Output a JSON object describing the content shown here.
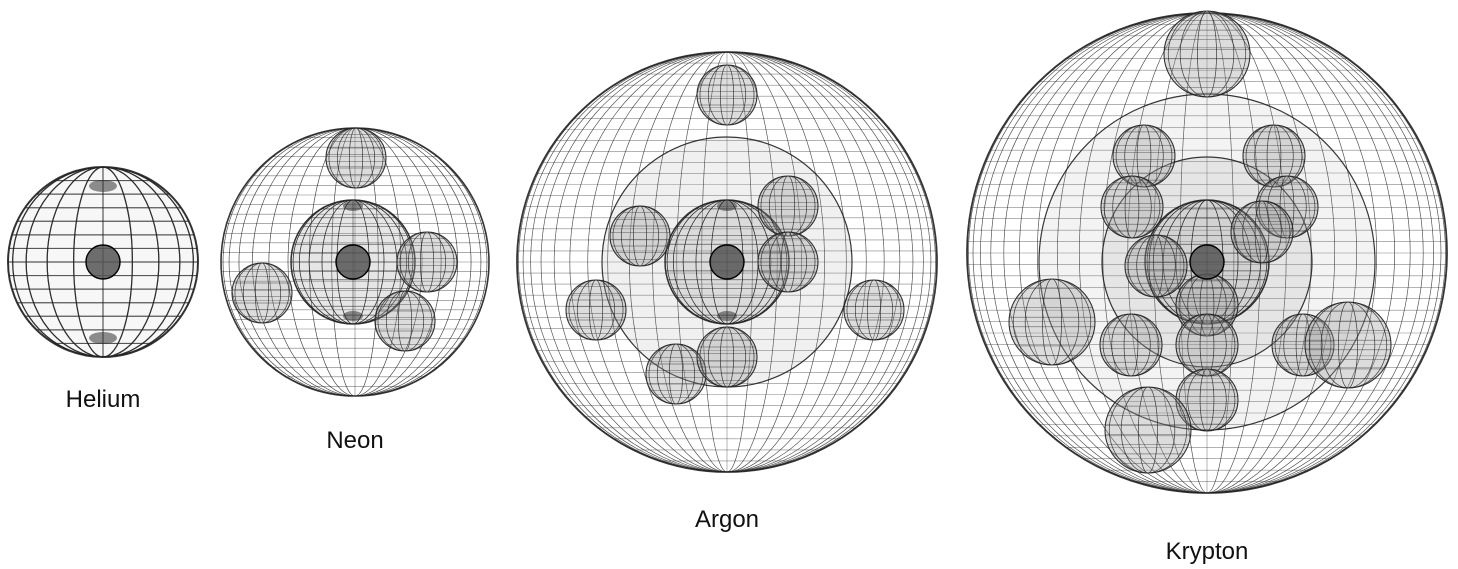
{
  "atoms": [
    {
      "label": "Helium"
    },
    {
      "label": "Neon"
    },
    {
      "label": "Argon"
    },
    {
      "label": "Krypton"
    }
  ],
  "colors": {
    "line": "#222222",
    "nucleus": "#555555",
    "orbital_fill": "#9a9a9a",
    "background": "#ffffff"
  }
}
